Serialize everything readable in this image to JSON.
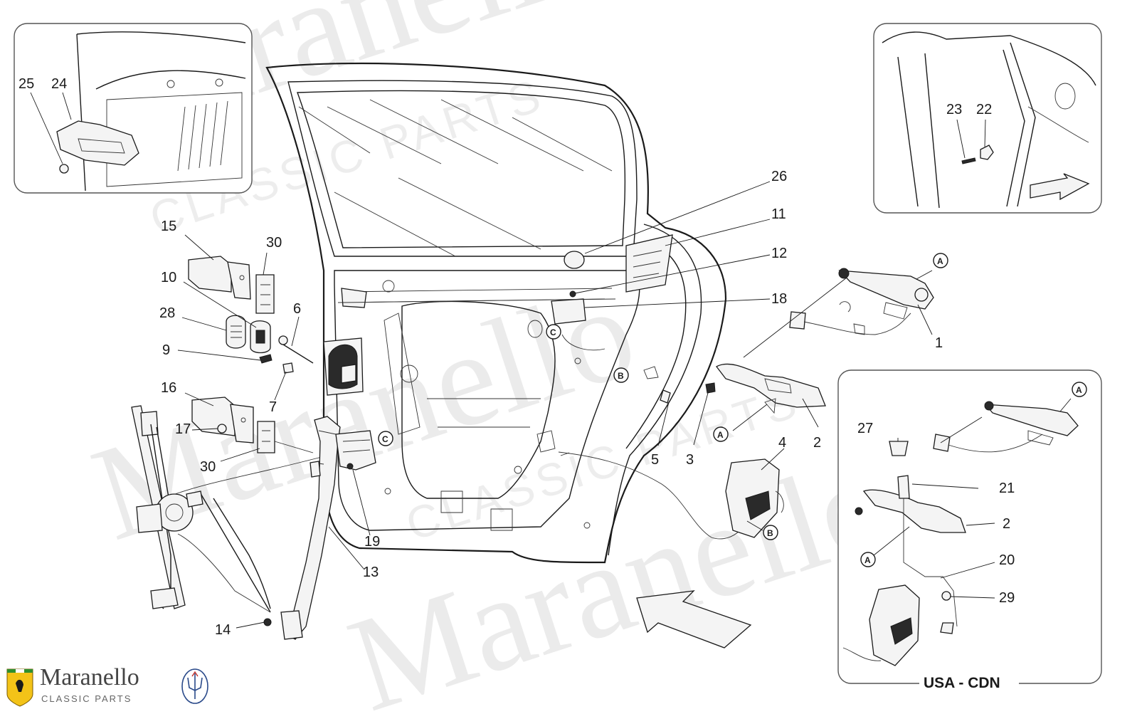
{
  "watermark": {
    "primary": "Maranello",
    "secondary": "CLASSIC PARTS"
  },
  "brand": {
    "name": "Maranello",
    "tagline": "CLASSIC PARTS",
    "logo_left": "ferrari-shield-logo",
    "logo_right": "maserati-trident-logo"
  },
  "insets": {
    "usa_cdn_label": "USA - CDN"
  },
  "reference_markers": {
    "a": "A",
    "b": "B",
    "c": "C"
  },
  "callouts": {
    "n1": "1",
    "n2": "2",
    "n2b": "2",
    "n3": "3",
    "n4": "4",
    "n5": "5",
    "n6": "6",
    "n7": "7",
    "n9": "9",
    "n10": "10",
    "n11": "11",
    "n12": "12",
    "n13": "13",
    "n14": "14",
    "n15": "15",
    "n16": "16",
    "n17": "17",
    "n18": "18",
    "n19": "19",
    "n20": "20",
    "n21": "21",
    "n22": "22",
    "n23": "23",
    "n24": "24",
    "n25": "25",
    "n26": "26",
    "n27": "27",
    "n28": "28",
    "n29": "29",
    "n30a": "30",
    "n30b": "30"
  }
}
